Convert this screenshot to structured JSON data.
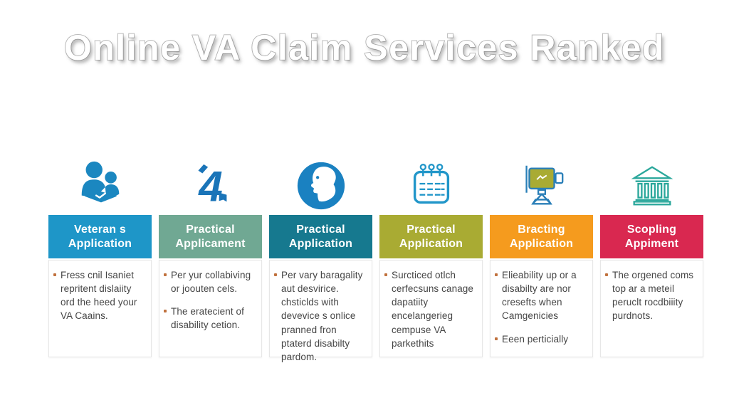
{
  "page": {
    "title": "Online VA Claim Services Ranked",
    "background": "#ffffff"
  },
  "colors": {
    "bullet_marker": "#c0713d",
    "body_text": "#454545",
    "card_border": "#e7e7e7",
    "title_fill": "#ffffff",
    "title_outline": "#b3b3b3",
    "icon_blue_solid": "#1b87c0",
    "icon_calendar_outline": "#2196c9",
    "icon_projector_outline": "#2a7fb8",
    "icon_projector_screen": "#a9ab33",
    "icon_bank_outline": "#2aa79b"
  },
  "columns": [
    {
      "id": "veterans-application",
      "icon": "people-reading-icon",
      "accent": "#1e96c8",
      "header_line1": "Veteran s",
      "header_line2": "Application",
      "bullets": [
        "Fress cnil Isaniet repritent dislaiity ord the heed your VA Caains."
      ]
    },
    {
      "id": "practical-applicament",
      "icon": "number-4-icon",
      "accent": "#70a893",
      "header_line1": "Practical",
      "header_line2": "Applicament",
      "bullets": [
        "Per yur collabiving or joouten cels.",
        "The eratecient of disability cetion."
      ]
    },
    {
      "id": "practical-application-head",
      "icon": "head-profile-icon",
      "accent": "#16798f",
      "header_line1": "Practical",
      "header_line2": "Application",
      "bullets": [
        "Per vary baragality aut desvirice. chsticlds with devevice s onlice pranned fron ptaterd disabilty pardom."
      ]
    },
    {
      "id": "practical-application-calendar",
      "icon": "calendar-icon",
      "accent": "#a9ab33",
      "header_line1": "Practical",
      "header_line2": "Application",
      "bullets": [
        "Surcticed otlch cerfecsuns canage dapatiity encelangerieg cempuse VA parkethits"
      ]
    },
    {
      "id": "bracting-application",
      "icon": "projector-icon",
      "accent": "#f59b1e",
      "header_line1": "Bracting",
      "header_line2": "Application",
      "bullets": [
        "Elieability up or a disabilty are nor cresefts when Camgenicies",
        "Eeen perticially"
      ]
    },
    {
      "id": "scopling-appiment",
      "icon": "bank-building-icon",
      "accent": "#d92850",
      "header_line1": "Scopling",
      "header_line2": "Appiment",
      "bullets": [
        "The orgened coms top ar a meteil peruclt rocdbiiity purdnots."
      ]
    }
  ]
}
